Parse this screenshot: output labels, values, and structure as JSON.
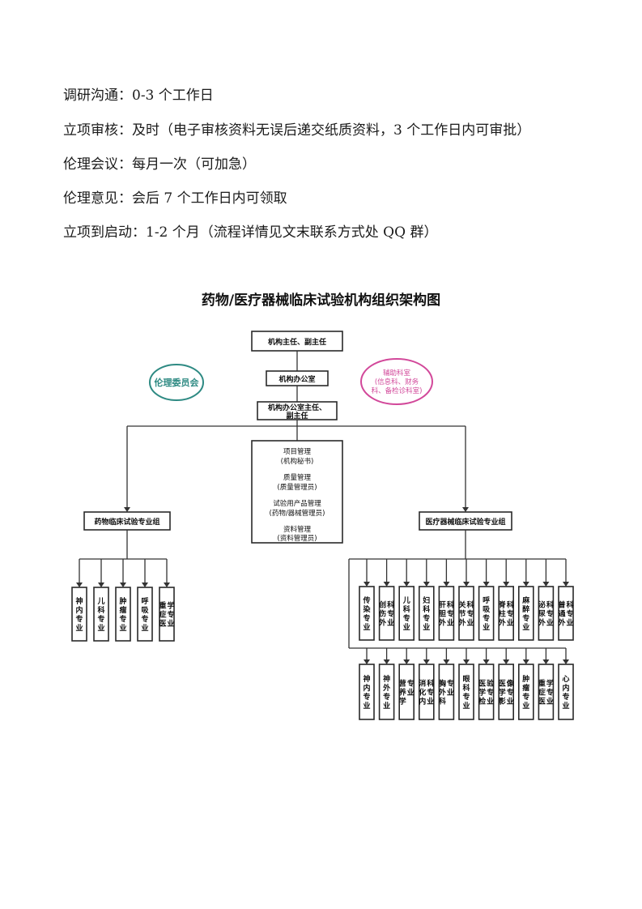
{
  "info": [
    "调研沟通：0-3 个工作日",
    "立项审核：及时（电子审核资料无误后递交纸质资料，3 个工作日内可审批）",
    "伦理会议：每月一次（可加急）",
    "伦理意见：会后 7 个工作日内可领取",
    "立项到启动：1-2 个月（流程详情见文末联系方式处 QQ 群）"
  ],
  "org_chart": {
    "title": "药物/医疗器械临床试验机构组织架构图",
    "director": "机构主任、副主任",
    "office": "机构办公室",
    "office_head": [
      "机构办公室主任、",
      "副主任"
    ],
    "ethics": "伦理委员会",
    "aux": [
      "辅助科室",
      "(信息科、财务",
      "科、备检诊科室)"
    ],
    "management": [
      {
        "name": "项目管理",
        "role": "(机构秘书)"
      },
      {
        "name": "质量管理",
        "role": "(质量管理员)"
      },
      {
        "name": "试验用产品管理",
        "role": "(药物/器械管理员)"
      },
      {
        "name": "资料管理",
        "role": "(资料管理员)"
      }
    ],
    "drug_group": "药物临床试验专业组",
    "device_group": "医疗器械临床试验专业组",
    "drug_specialties": [
      "神内专业",
      "儿科专业",
      "肿瘤专业",
      "呼吸专业",
      "重症医学专业"
    ],
    "device_row1": [
      "传染专业",
      "创伤外科专业",
      "儿科专业",
      "妇科专业",
      "肝胆外科专业",
      "关节外科专业",
      "呼吸专业",
      "脊柱外科专业",
      "麻醉专业",
      "泌尿外科专业",
      "普通外科专业"
    ],
    "device_row2": [
      "神内专业",
      "神外专业",
      "营养学专业",
      "消化内科专业",
      "胸外科专业",
      "眼科专业",
      "医学检验专业",
      "医学影像专业",
      "肿瘤专业",
      "重症医学专业",
      "心内专业"
    ],
    "colors": {
      "ethics": "#2e8a83",
      "aux": "#d2489a",
      "line": "#333333",
      "box_border": "#2a2a2a"
    }
  }
}
